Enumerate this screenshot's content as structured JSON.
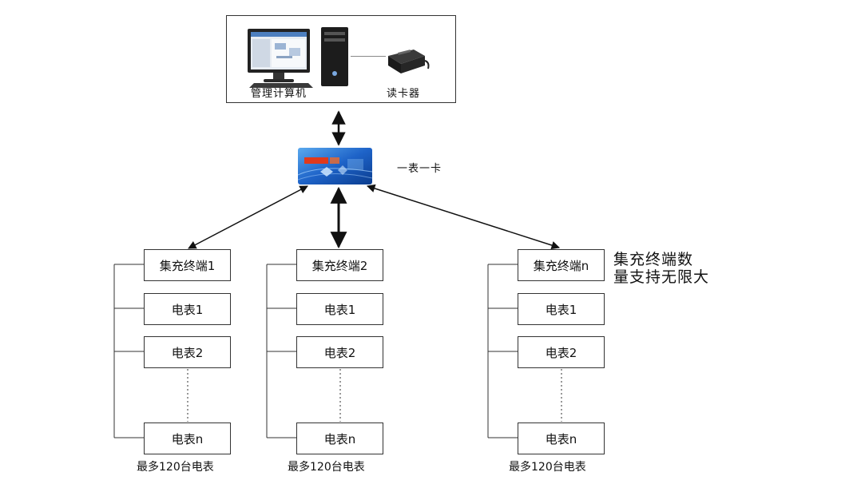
{
  "top_panel": {
    "computer_label": "管理计算机",
    "reader_label": "读卡器",
    "computer_icon": "desktop-computer-icon",
    "reader_icon": "card-reader-icon"
  },
  "card": {
    "label": "一表一卡",
    "icon": "ic-card-icon",
    "colors": {
      "base": "#1e63c8",
      "light": "#5aa9ee",
      "accent": "#e03a1c"
    }
  },
  "terminals": [
    {
      "title": "集充终端1",
      "items": [
        "电表1",
        "电表2",
        "电表n"
      ],
      "caption": "最多120台电表"
    },
    {
      "title": "集充终端2",
      "items": [
        "电表1",
        "电表2",
        "电表n"
      ],
      "caption": "最多120台电表"
    },
    {
      "title": "集充终端n",
      "items": [
        "电表1",
        "电表2",
        "电表n"
      ],
      "caption": "最多120台电表"
    }
  ],
  "note": {
    "line1": "集充终端数",
    "line2": "量支持无限大"
  }
}
